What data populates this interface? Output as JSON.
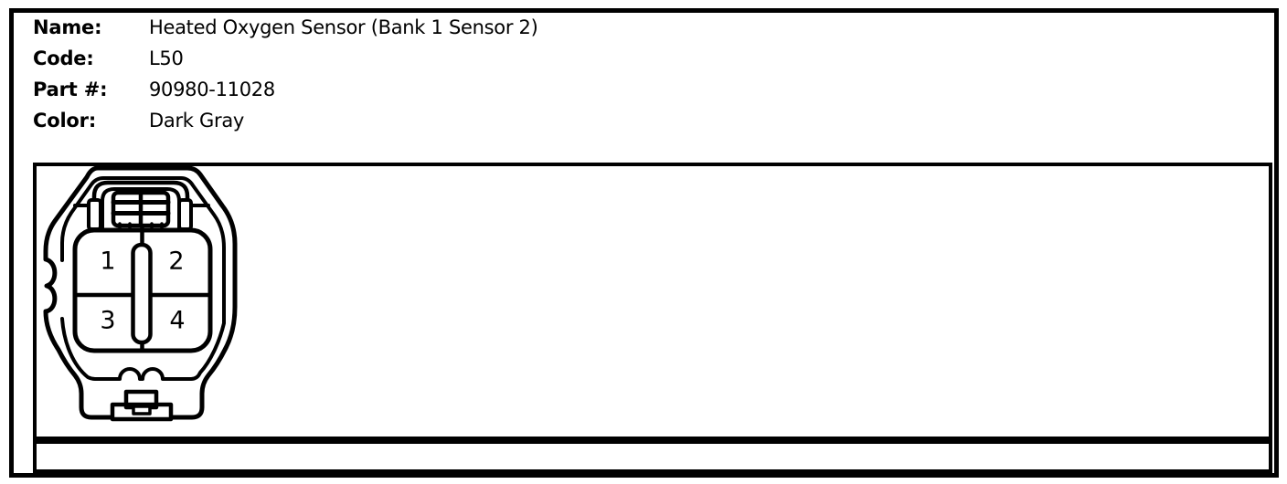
{
  "page": {
    "background": "#ffffff",
    "line_color": "#000000"
  },
  "header": {
    "fields": [
      {
        "label": "Name:",
        "value": "Heated Oxygen Sensor (Bank 1 Sensor 2)"
      },
      {
        "label": "Code:",
        "value": "L50"
      },
      {
        "label": "Part #:",
        "value": "90980-11028"
      },
      {
        "label": "Color:",
        "value": "Dark Gray"
      }
    ]
  },
  "connector": {
    "view": "4-pin connector front view",
    "pins": [
      "1",
      "2",
      "3",
      "4"
    ],
    "line_color": "#000000",
    "fill_color": "#ffffff"
  }
}
